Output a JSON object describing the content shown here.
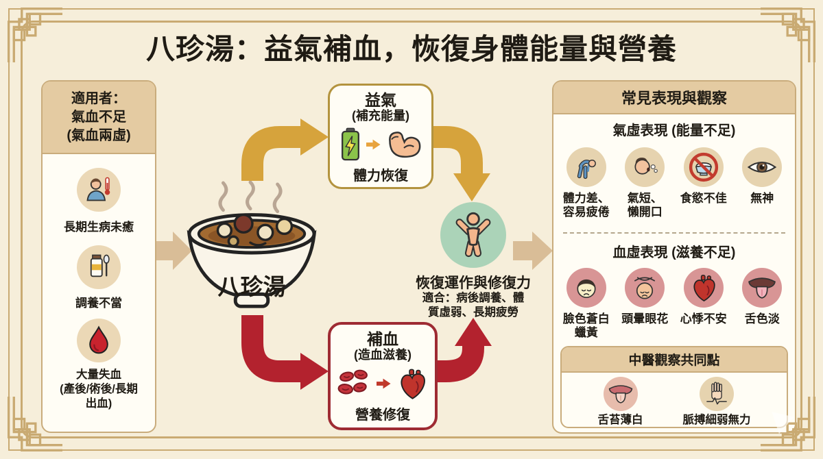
{
  "title": "八珍湯：益氣補血，恢復身體能量與營養",
  "left_panel": {
    "header": "適用者：\n氣血不足\n(氣血兩虛)",
    "items": [
      {
        "icon": "sick-person-thermometer-icon",
        "label": "長期生病未癒"
      },
      {
        "icon": "tonic-bottle-spoon-icon",
        "label": "調養不當"
      },
      {
        "icon": "blood-drop-icon",
        "label": "大量失血\n(產後/術後/長期\n出血)"
      }
    ]
  },
  "center": {
    "bowl_label": "八珍湯",
    "qi_box": {
      "title": "益氣",
      "subtitle": "(補充能量)",
      "caption": "體力恢復"
    },
    "blood_box": {
      "title": "補血",
      "subtitle": "(造血滋養)",
      "caption": "營養修復"
    },
    "outcome": {
      "title": "恢復運作與修復力",
      "subtitle": "適合：病後調養、體\n質虛弱、長期疲勞"
    }
  },
  "right_panel": {
    "header": "常見表現與觀察",
    "qi_section": {
      "title": "氣虛表現 (能量不足)",
      "items": [
        {
          "icon": "fatigued-person-icon",
          "label": "體力差、\n容易疲倦"
        },
        {
          "icon": "short-breath-icon",
          "label": "氣短、\n懶開口"
        },
        {
          "icon": "no-appetite-icon",
          "label": "食慾不佳"
        },
        {
          "icon": "dull-eye-icon",
          "label": "無神"
        }
      ]
    },
    "blood_section": {
      "title": "血虛表現 (滋養不足)",
      "items": [
        {
          "icon": "pale-face-icon",
          "label": "臉色蒼白\n蠟黃"
        },
        {
          "icon": "dizzy-head-icon",
          "label": "頭暈眼花"
        },
        {
          "icon": "heart-icon",
          "label": "心悸不安"
        },
        {
          "icon": "pale-tongue-icon",
          "label": "舌色淡"
        }
      ]
    },
    "tcm_box": {
      "header": "中醫觀察共同點",
      "items": [
        {
          "icon": "tongue-coating-icon",
          "label": "舌苔薄白"
        },
        {
          "icon": "weak-pulse-hand-icon",
          "label": "脈搏細弱無力"
        }
      ]
    }
  },
  "colors": {
    "background": "#F6EEDA",
    "frame": "#C9AA72",
    "panel_header": "#E4CBA2",
    "gold_arrow": "#D6A33C",
    "red_arrow": "#B3222E",
    "tan_arrow": "#D9BD97",
    "green_circle": "#ABD3B8",
    "pink_circle": "#D89595",
    "tan_circle": "#EBD8B6"
  }
}
